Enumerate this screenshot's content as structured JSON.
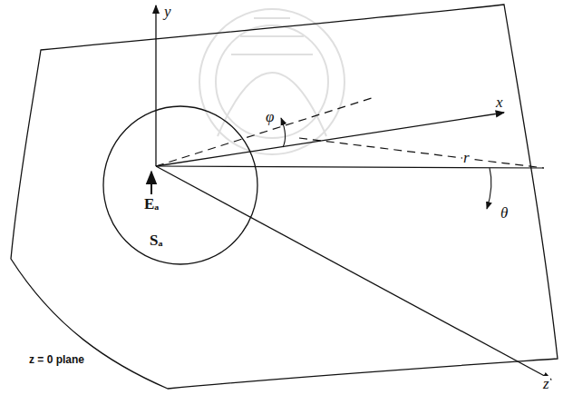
{
  "diagram": {
    "nodes": [
      {
        "text": [
          "z = 0 plane"
        ]
      },
      {
        "text": [
          "Eₐ",
          "Sₐ"
        ],
        "in": 0
      }
    ],
    "labels": [
      "y",
      "x",
      "z",
      "r",
      "φ",
      "θ"
    ]
  }
}
